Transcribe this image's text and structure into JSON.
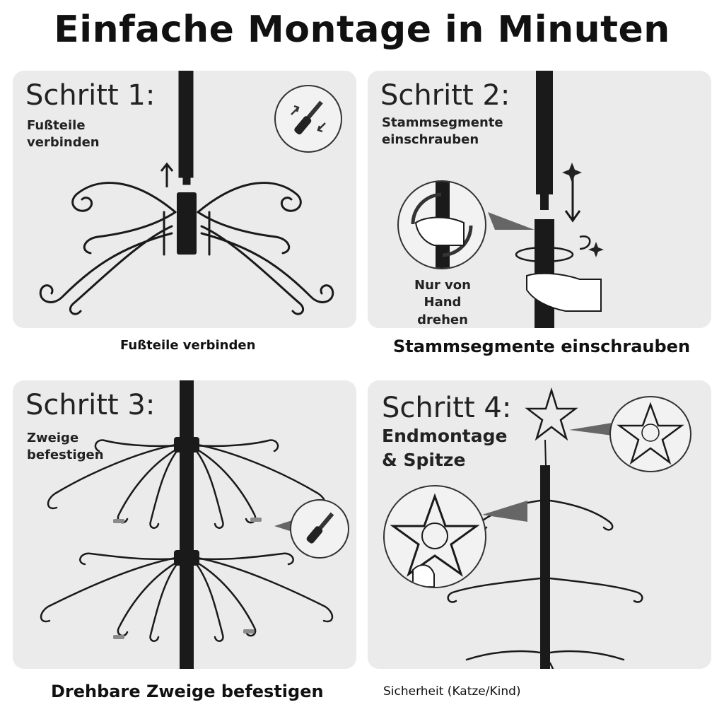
{
  "title": "Einfache Montage in Minuten",
  "steps": [
    {
      "heading": "Schritt 1:",
      "sub_line1": "Fußteile",
      "sub_line2": "verbinden",
      "caption": "Fußteile verbinden",
      "icon": "screwdriver-icon"
    },
    {
      "heading": "Schritt 2:",
      "sub_line1": "Stammsegmente",
      "sub_line2": "einschrauben",
      "note_line1": "Nur von",
      "note_line2": "Hand drehen",
      "caption": "Stammsegmente einschrauben",
      "icon": "hand-rotate-icon"
    },
    {
      "heading": "Schritt 3:",
      "sub_line1": "Zweige",
      "sub_line2": "befestigen",
      "caption": "Drehbare Zweige befestigen",
      "icon": "screwdriver-icon"
    },
    {
      "heading": "Schritt 4:",
      "sub_line1": "Endmontage",
      "sub_line2": "& Spitze",
      "caption": "Sicherheit (Katze/Kind)",
      "icon": "star-topper-icon"
    }
  ],
  "colors": {
    "panel": "#ebebeb",
    "metal": "#1a1a1a",
    "text": "#111111"
  }
}
